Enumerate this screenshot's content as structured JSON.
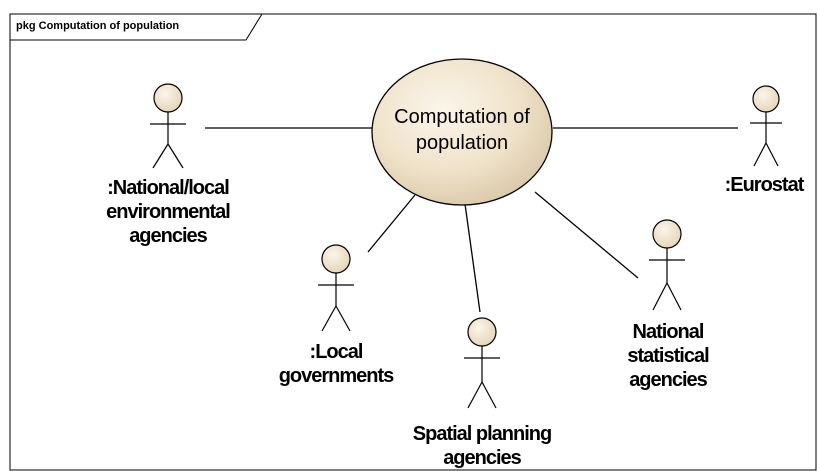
{
  "package": {
    "keyword": "pkg",
    "name": "Computation of population"
  },
  "use_case": {
    "line1": "Computation of",
    "line2": "population"
  },
  "actors": {
    "national_local": {
      "line1": ":National/local",
      "line2": "environmental",
      "line3": "agencies"
    },
    "eurostat": {
      "line1": ":Eurostat"
    },
    "local_gov": {
      "line1": ":Local",
      "line2": "governments"
    },
    "spatial": {
      "line1": "Spatial planning",
      "line2": "agencies"
    },
    "national_stat": {
      "line1": "National",
      "line2": "statistical",
      "line3": "agencies"
    }
  },
  "colors": {
    "actor_fill": "#f2e6d0",
    "usecase_fill": "#f2e6d0",
    "stroke": "#000000"
  }
}
